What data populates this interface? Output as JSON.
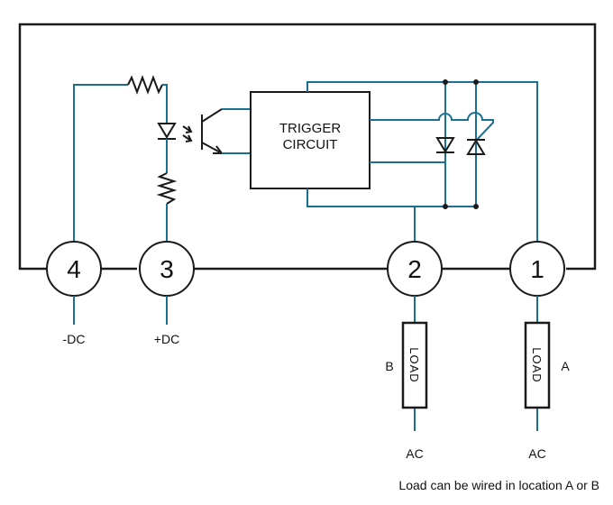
{
  "trigger": {
    "line1": "TRIGGER",
    "line2": "CIRCUIT"
  },
  "terminals": [
    {
      "number": "4",
      "label": "-DC"
    },
    {
      "number": "3",
      "label": "+DC"
    },
    {
      "number": "2",
      "label": ""
    },
    {
      "number": "1",
      "label": ""
    }
  ],
  "loads": [
    {
      "text": "LOAD",
      "location": "B",
      "supply": "AC"
    },
    {
      "text": "LOAD",
      "location": "A",
      "supply": "AC"
    }
  ],
  "caption": "Load can be wired in location A or B",
  "colors": {
    "wire": "#1b6f93",
    "outline": "#1a1a1a"
  }
}
